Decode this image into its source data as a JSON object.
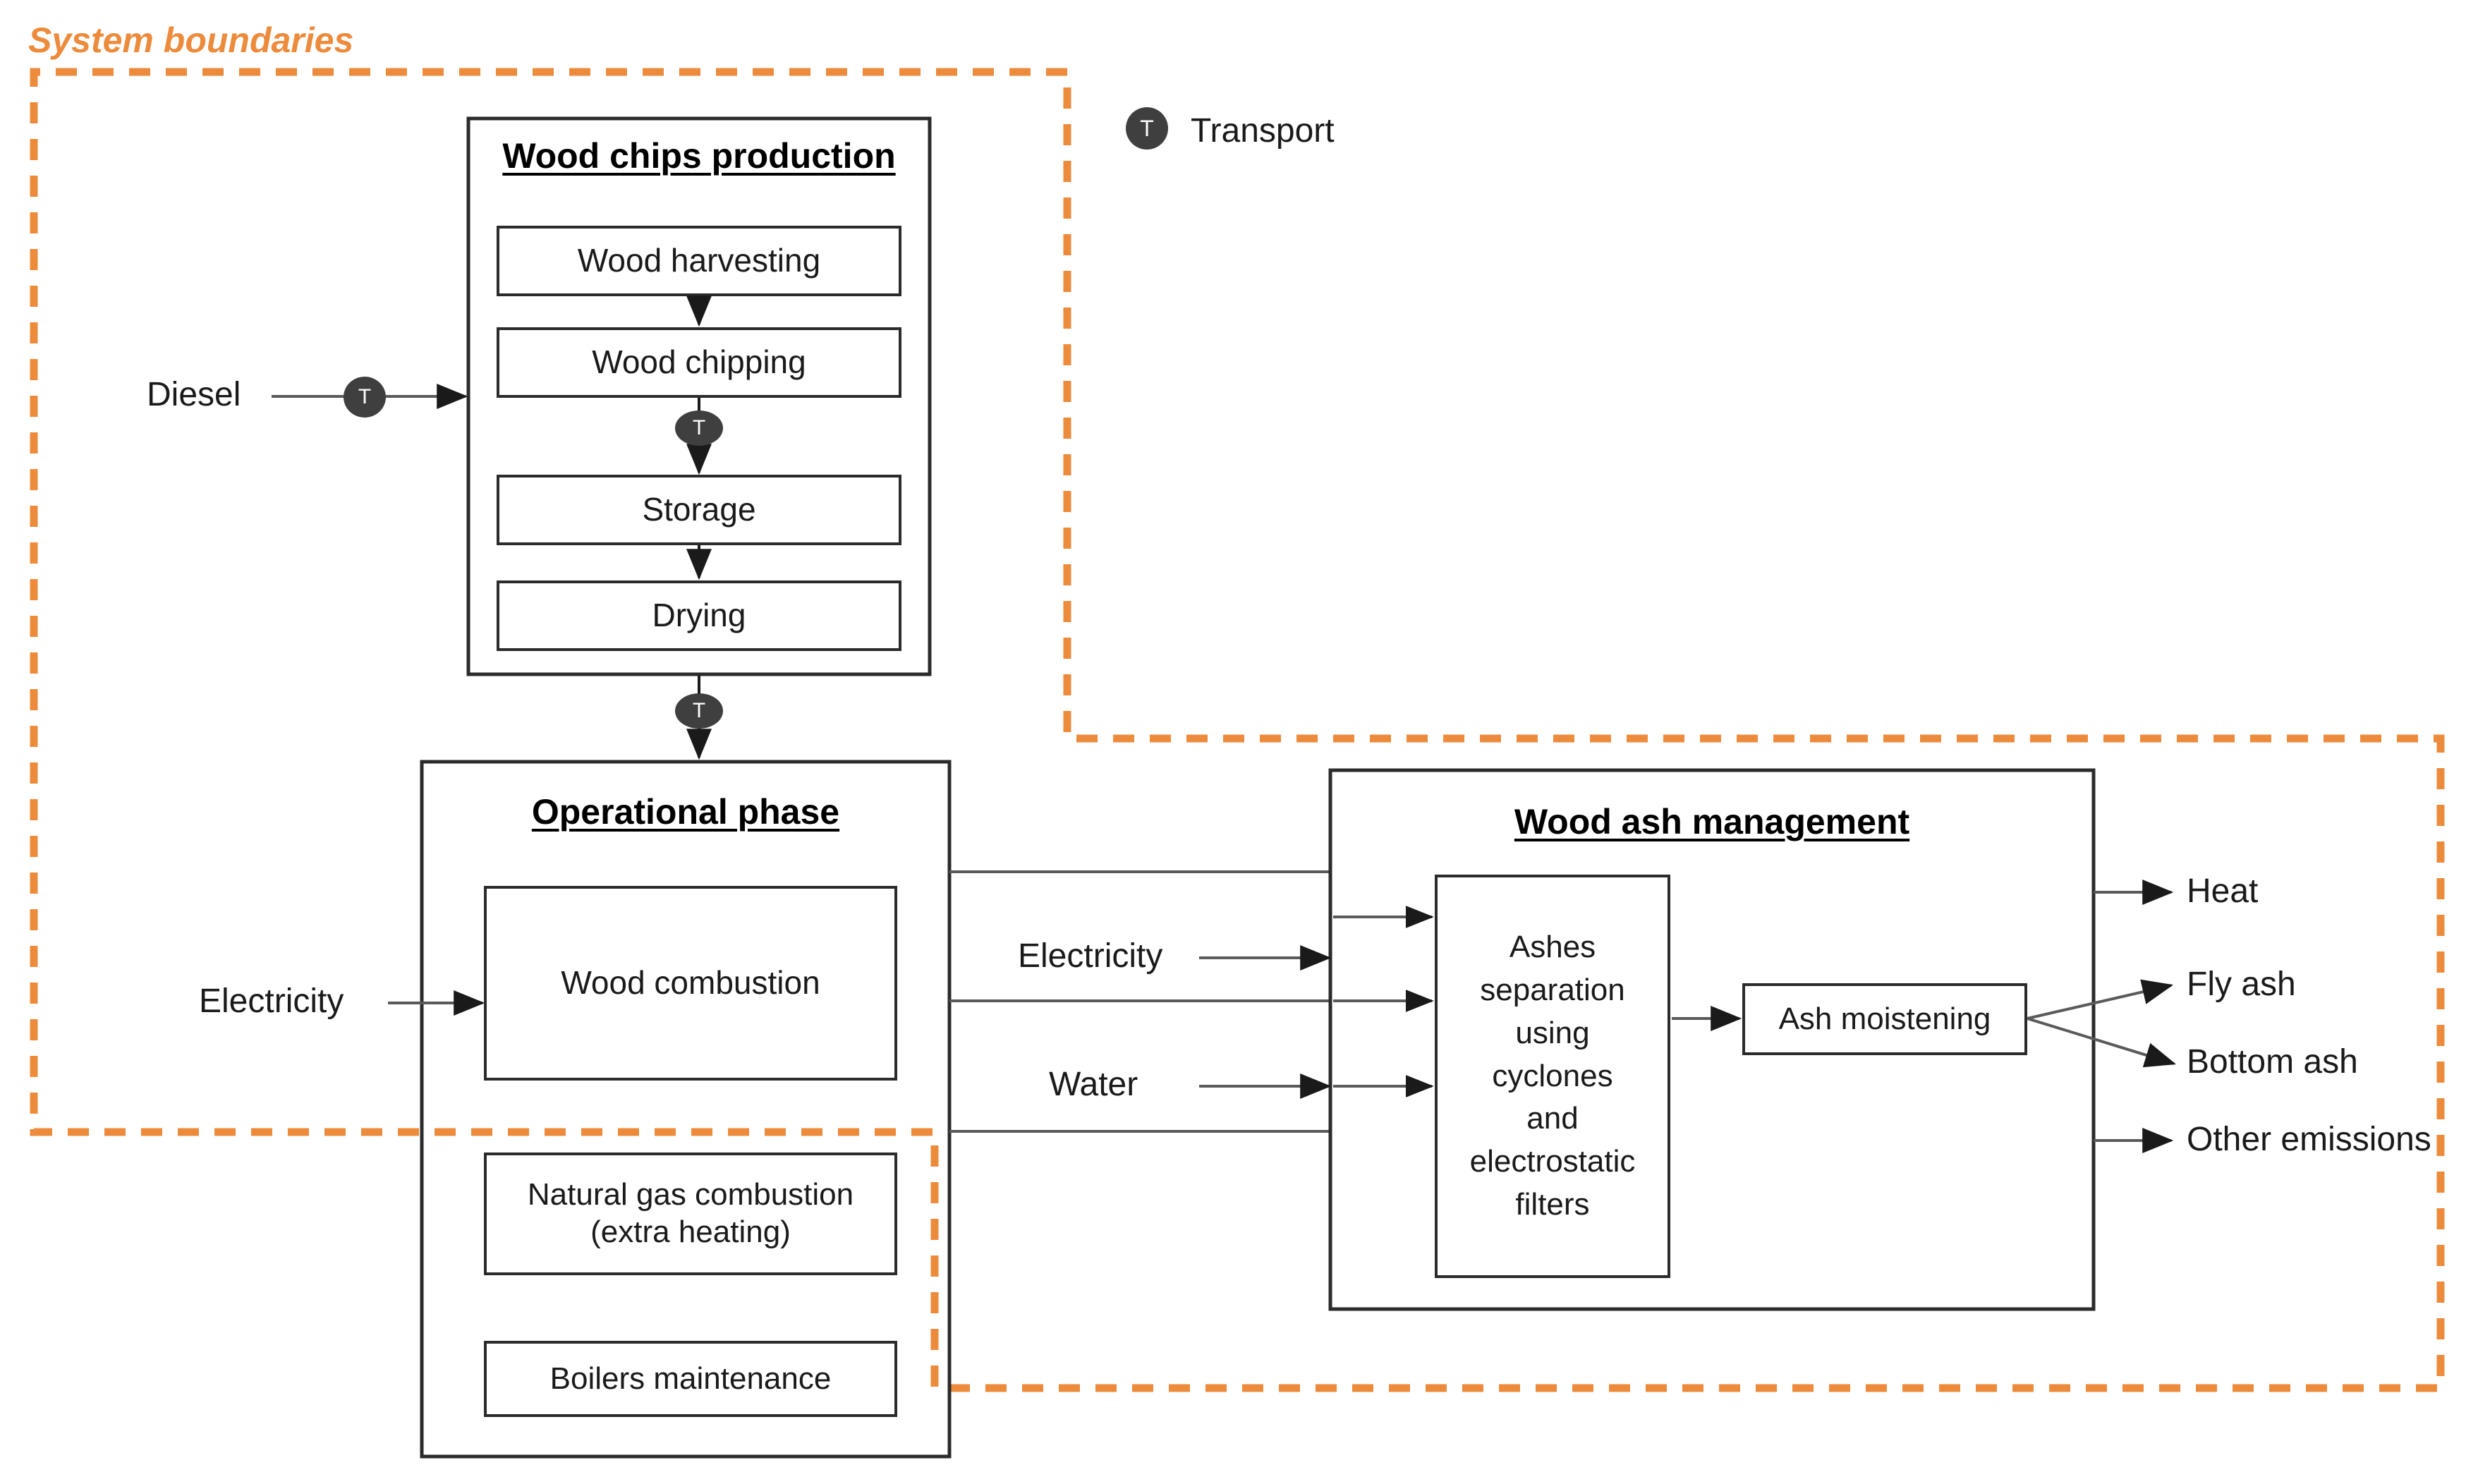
{
  "diagram": {
    "system_boundary_label": "System boundaries",
    "accent_color": "#ED8B3C",
    "transport_badge_color": "#3F3F3F",
    "box_border_color": "#2b2b2b",
    "legend": {
      "badge_text": "T",
      "label": "Transport"
    },
    "groups": [
      {
        "id": "wood-chips-production",
        "title": "Wood chips production",
        "steps": [
          {
            "id": "wood-harvesting",
            "label": "Wood harvesting"
          },
          {
            "id": "wood-chipping",
            "label": "Wood chipping"
          },
          {
            "id": "storage",
            "label": "Storage"
          },
          {
            "id": "drying",
            "label": "Drying"
          }
        ]
      },
      {
        "id": "operational-phase",
        "title": "Operational phase",
        "steps": [
          {
            "id": "wood-combustion",
            "label": "Wood combustion"
          },
          {
            "id": "natural-gas-combustion",
            "label": "Natural  gas combustion\n(extra heating)"
          },
          {
            "id": "boilers-maintenance",
            "label": "Boilers maintenance"
          }
        ]
      },
      {
        "id": "wood-ash-management",
        "title": "Wood ash management",
        "steps": [
          {
            "id": "ashes-separation",
            "label": "Ashes\nseparation\nusing\ncyclones\nand\nelectrostatic\nfilters"
          },
          {
            "id": "ash-moistening",
            "label": "Ash moistening"
          }
        ]
      }
    ],
    "inputs": [
      {
        "id": "diesel",
        "label": "Diesel",
        "has_transport_badge": true
      },
      {
        "id": "electricity-operational",
        "label": "Electricity",
        "has_transport_badge": false
      },
      {
        "id": "electricity-ash",
        "label": "Electricity",
        "has_transport_badge": false
      },
      {
        "id": "water-ash",
        "label": "Water",
        "has_transport_badge": false
      }
    ],
    "outputs": [
      {
        "id": "heat",
        "label": "Heat"
      },
      {
        "id": "fly-ash",
        "label": "Fly ash"
      },
      {
        "id": "bottom-ash",
        "label": "Bottom ash"
      },
      {
        "id": "other-emissions",
        "label": "Other emissions"
      }
    ],
    "transport_badges": [
      {
        "id": "transport-diesel",
        "text": "T"
      },
      {
        "id": "transport-chipping-storage",
        "text": "T"
      },
      {
        "id": "transport-drying-operational",
        "text": "T"
      },
      {
        "id": "transport-legend",
        "text": "T"
      }
    ]
  }
}
